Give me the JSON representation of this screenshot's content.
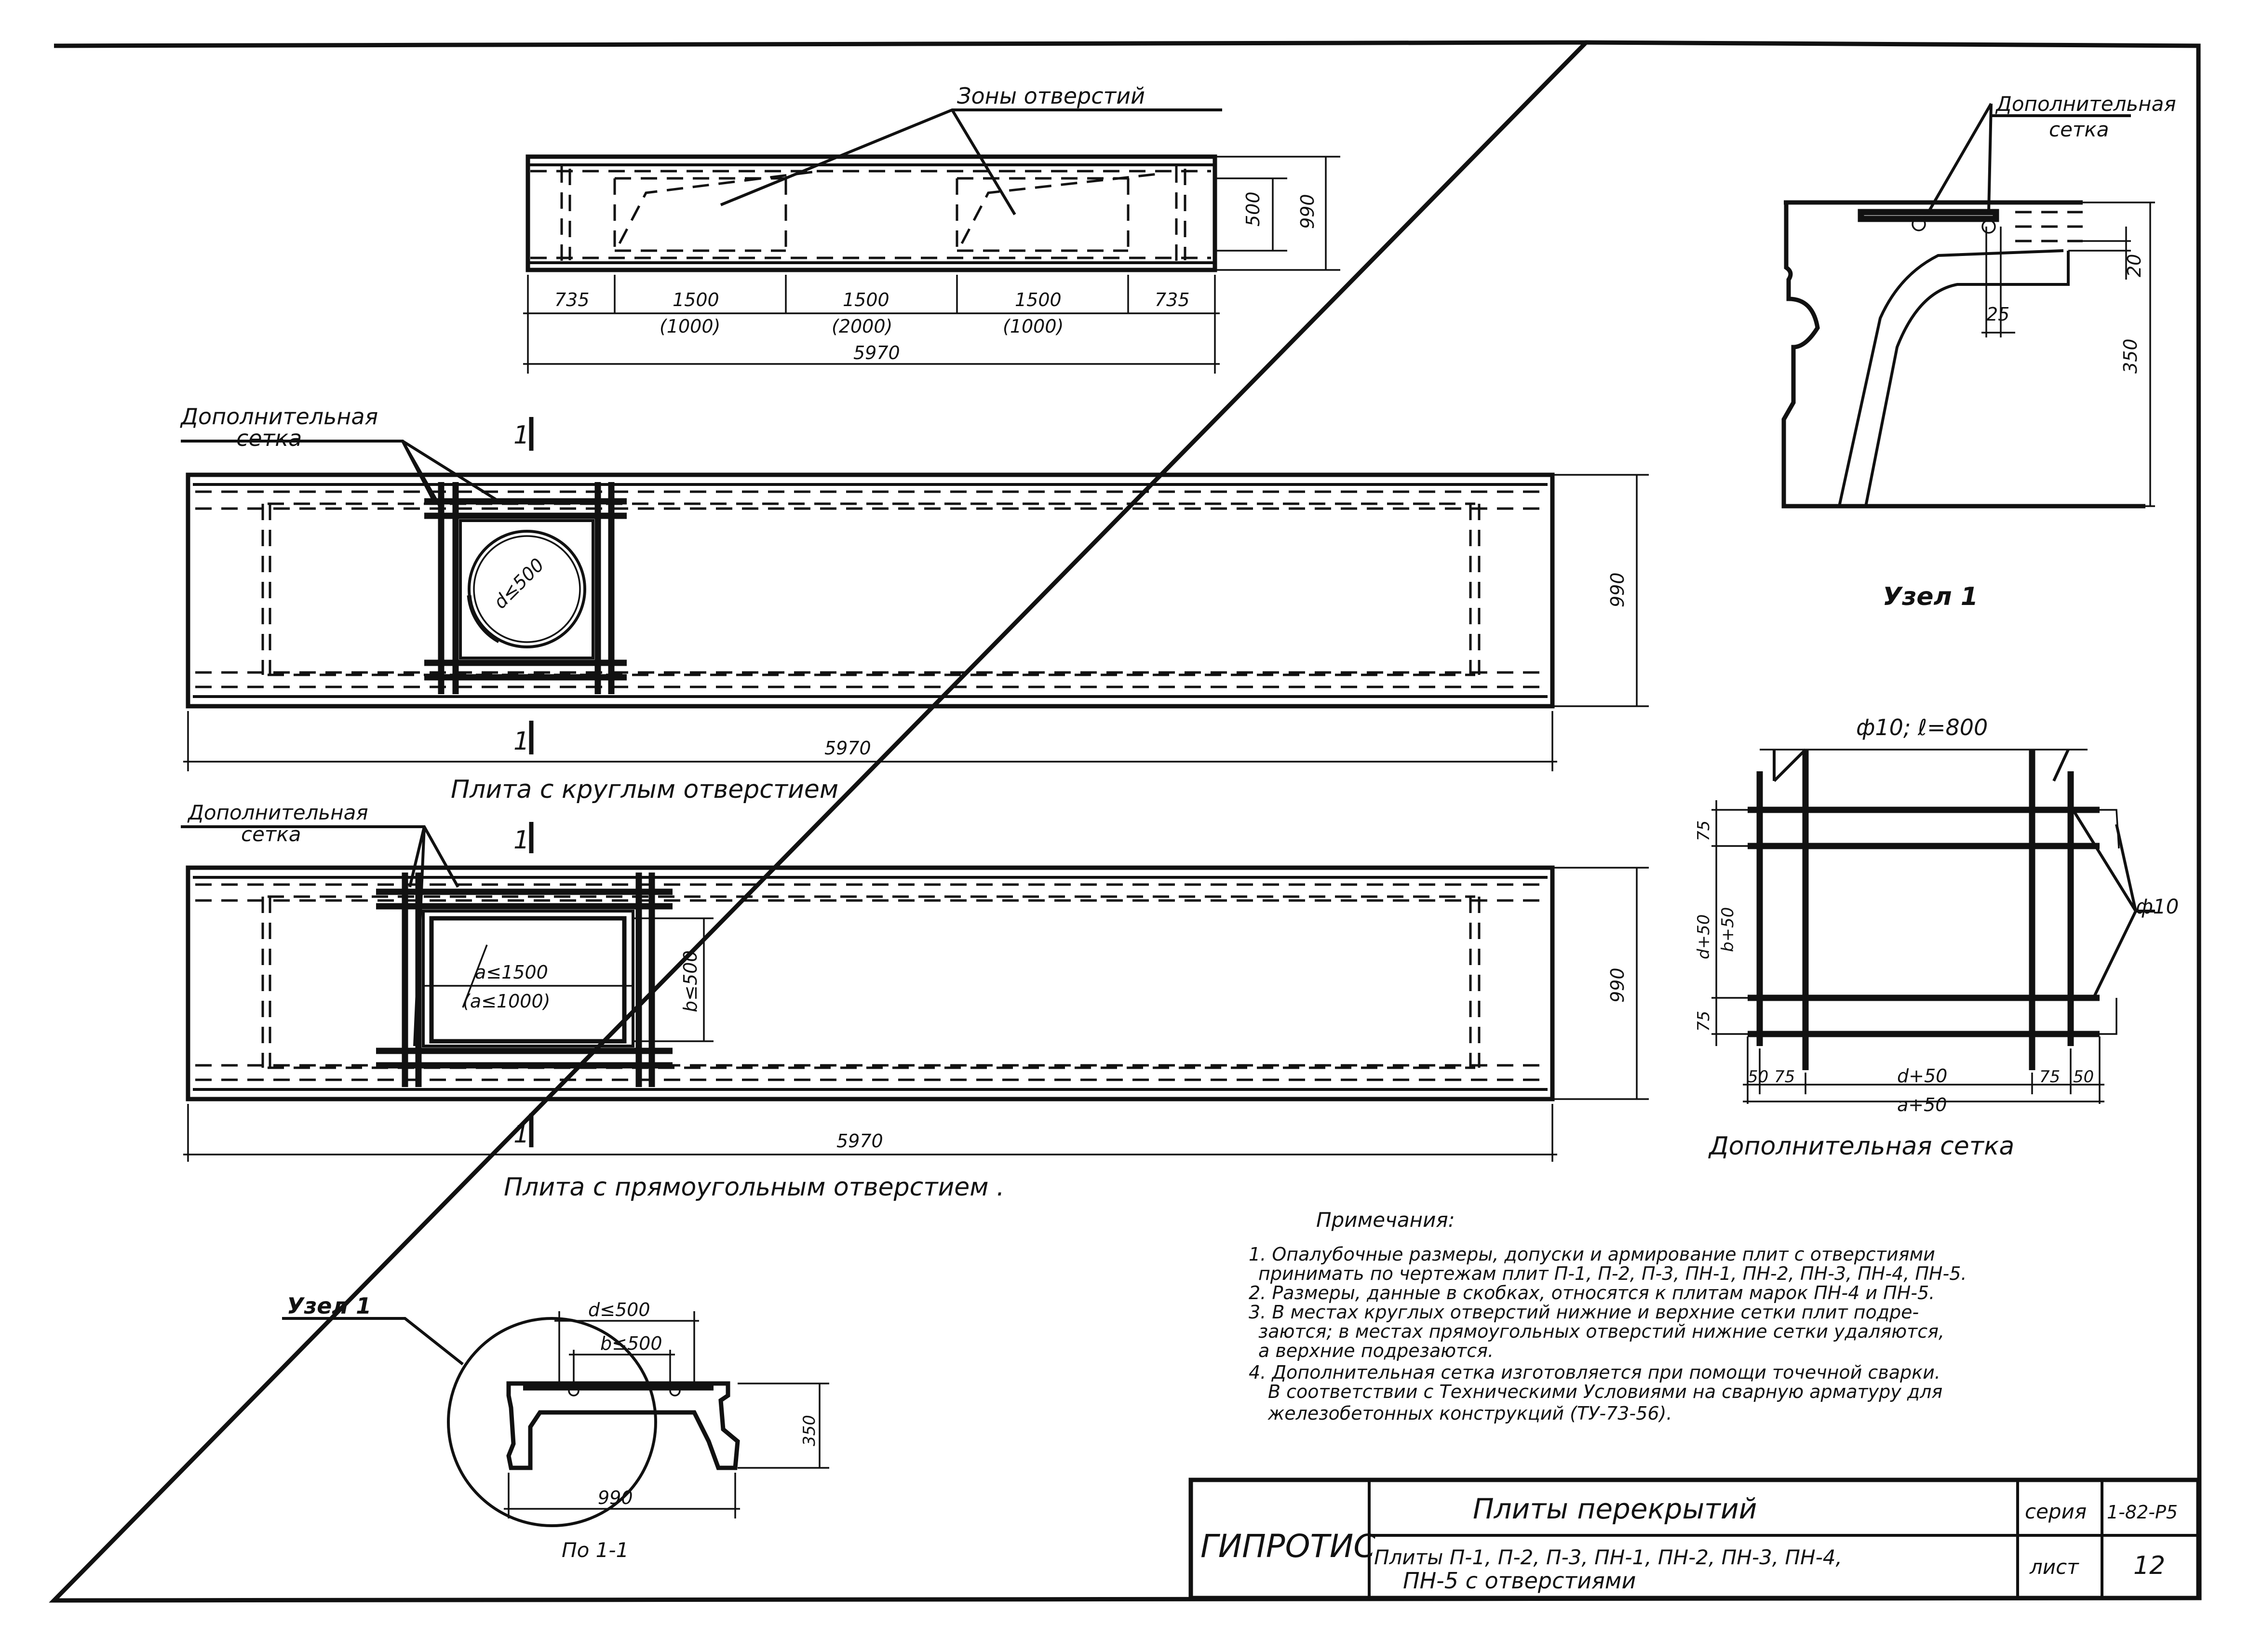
{
  "plan_top": {
    "zones_label": "Зоны отверстий",
    "dim_500": "500",
    "dim_990": "990",
    "dims_row1": [
      "735",
      "1500",
      "1500",
      "1500",
      "735"
    ],
    "dims_row2": [
      "(1000)",
      "(2000)",
      "(1000)"
    ],
    "total": "5970"
  },
  "plate_round": {
    "section_mark": "1",
    "extra_mesh_label_1": "Дополнительная",
    "extra_mesh_label_2": "сетка",
    "hole_label": "d≤500",
    "dim_990": "990",
    "dim_5970": "5970",
    "title": "Плита  с  круглым  отверстием"
  },
  "plate_rect": {
    "section_mark": "1",
    "extra_mesh_label_1": "Дополнительная",
    "extra_mesh_label_2": "сетка",
    "a_label": "a≤1500",
    "a_alt_label": "(a≤1000)",
    "b_label": "b≤500",
    "dim_990": "990",
    "dim_5970": "5970",
    "title": "Плита  с  прямоугольным  отверстием ."
  },
  "node_detail": {
    "extra_mesh_1": "Дополнительная",
    "extra_mesh_2": "сетка",
    "dim_20": "20",
    "dim_25": "25",
    "dim_350": "350",
    "title": "Узел 1"
  },
  "mesh_detail": {
    "top_label": "ф10;  ℓ=800",
    "phi_label": "ф10",
    "dim_75_top": "75",
    "dim_d50": "d+50",
    "dim_b50": "b+50",
    "dim_75_bottom": "75",
    "bottom_dims": [
      "50",
      "75",
      "d+50",
      "75",
      "50"
    ],
    "total": "a+50",
    "title": "Дополнительная  сетка"
  },
  "section": {
    "node_label": "Узел 1",
    "d_label": "d≤500",
    "b_label": "b≤500",
    "dim_350": "350",
    "dim_990": "990",
    "title": "По 1-1"
  },
  "notes": {
    "heading": "Примечания:",
    "lines": [
      "1. Опалубочные размеры, допуски и армирование плит с отверстиями",
      "принимать по чертежам плит П-1, П-2, П-3, ПН-1, ПН-2, ПН-3, ПН-4, ПН-5.",
      "2. Размеры, данные в скобках, относятся к плитам марок ПН-4 и ПН-5.",
      "3. В местах круглых отверстий нижние и верхние сетки плит подре-",
      "заются; в местах прямоугольных отверстий нижние сетки удаляются,",
      "а верхние подрезаются.",
      "4. Дополнительная сетка изготовляется при помощи точечной сварки.",
      "В соответствии с Техническими Условиями на сварную арматуру для",
      "железобетонных конструкций (ТУ-73-56)."
    ]
  },
  "title_block": {
    "org": "ГИПРОТИС",
    "title": "Плиты  перекрытий",
    "subtitle_1": "Плиты П-1, П-2, П-3, ПН-1, ПН-2, ПН-3, ПН-4,",
    "subtitle_2": "ПН-5  с  отверстиями",
    "series_label": "серия",
    "series_value": "1-82-Р5",
    "sheet_label": "лист",
    "sheet_value": "12"
  }
}
